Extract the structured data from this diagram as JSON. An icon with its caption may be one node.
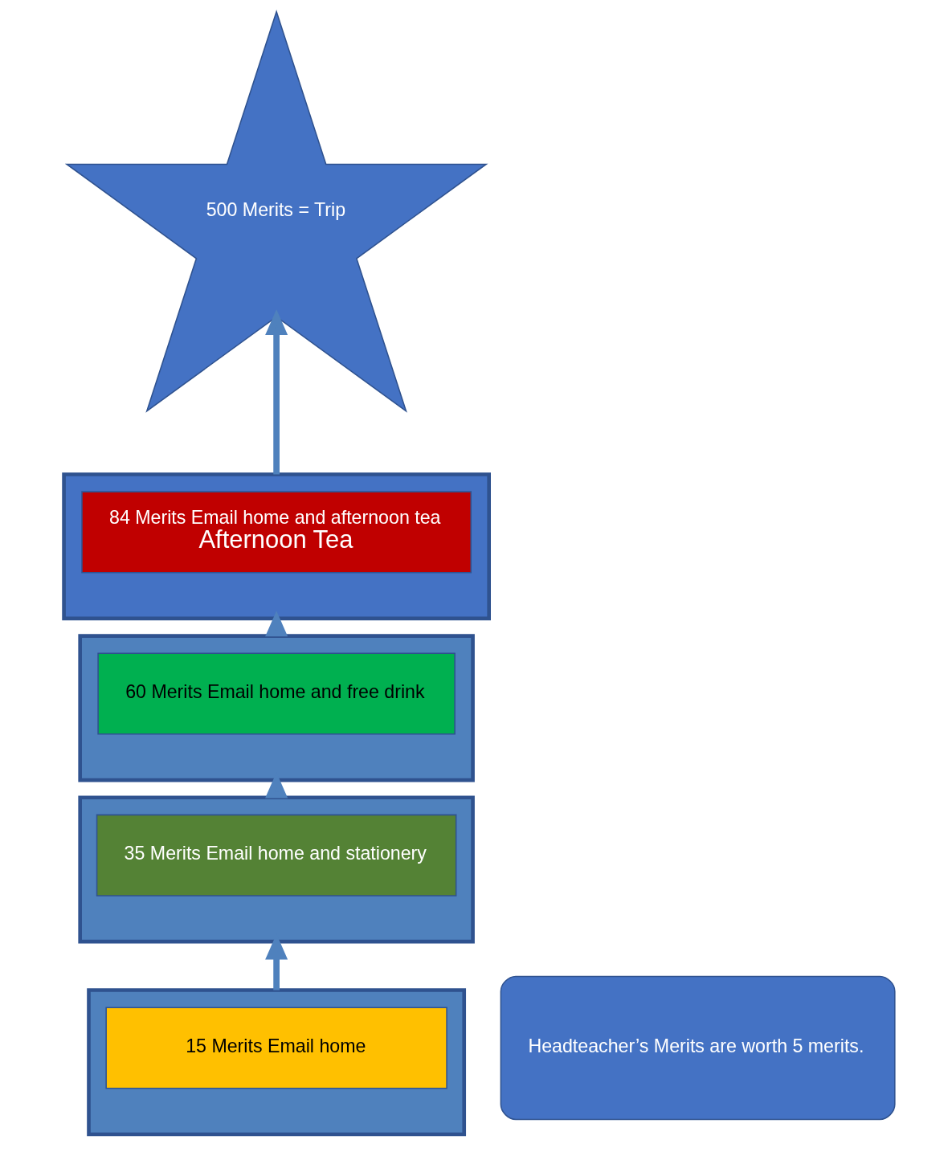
{
  "diagram": {
    "nodes": [
      {
        "text": [
          "500 Merits = Trip"
        ]
      },
      {
        "text": [],
        "shape": "box"
      },
      {
        "text": [
          "84 Merits Email home and afternoon tea",
          "Afternoon Tea"
        ],
        "in": 1
      },
      {
        "text": [],
        "shape": "box"
      },
      {
        "text": [
          "60 Merits Email home and free drink"
        ],
        "in": 3
      },
      {
        "text": [
          "Headteacher’s Merits are worth 5 merits."
        ]
      },
      {
        "text": [],
        "shape": "box"
      },
      {
        "text": [
          "35 Merits Email home and stationery"
        ],
        "in": 6
      },
      {
        "text": [],
        "shape": "box"
      },
      {
        "text": [
          "15 Merits Email home"
        ],
        "in": 8
      }
    ],
    "edges": [
      {
        "from": 8,
        "to": 6,
        "arrow": "to"
      },
      {
        "from": 6,
        "to": 3,
        "arrow": "to"
      },
      {
        "from": 3,
        "to": 1,
        "arrow": "to"
      },
      {
        "from": 1,
        "to": 0,
        "arrow": "to"
      }
    ]
  }
}
